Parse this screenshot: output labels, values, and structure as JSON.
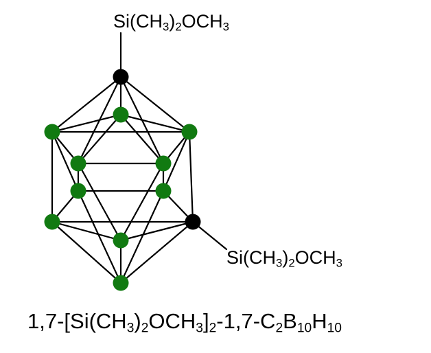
{
  "substituent_top": {
    "prefix": "Si(CH",
    "sub1": "3",
    "mid": ")",
    "sub2": "2",
    "suffix": "OCH",
    "sub3": "3"
  },
  "substituent_right": {
    "prefix": "Si(CH",
    "sub1": "3",
    "mid": ")",
    "sub2": "2",
    "suffix": "OCH",
    "sub3": "3"
  },
  "caption": {
    "p1": "1,7-[Si(CH",
    "s1": "3",
    "p2": ")",
    "s2": "2",
    "p3": "OCH",
    "s3": "3",
    "p4": "]",
    "s4": "2",
    "p5": "-1,7-C",
    "s5": "2",
    "p6": "B",
    "s6": "10",
    "p7": "H",
    "s7": "10"
  },
  "colors": {
    "carbon_atom": "#000000",
    "boron_atom": "#117a11",
    "bond": "#000000",
    "text": "#000000"
  }
}
